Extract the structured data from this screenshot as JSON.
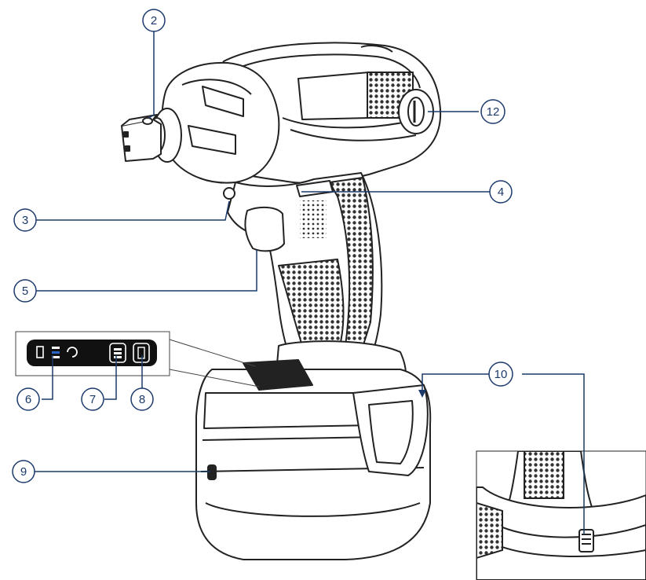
{
  "diagram": {
    "callouts": [
      {
        "id": "2",
        "label": "2"
      },
      {
        "id": "3",
        "label": "3"
      },
      {
        "id": "4",
        "label": "4"
      },
      {
        "id": "5",
        "label": "5"
      },
      {
        "id": "6",
        "label": "6"
      },
      {
        "id": "7",
        "label": "7"
      },
      {
        "id": "8",
        "label": "8"
      },
      {
        "id": "9",
        "label": "9"
      },
      {
        "id": "10",
        "label": "10"
      },
      {
        "id": "12",
        "label": "12"
      }
    ],
    "colors": {
      "line": "#222222",
      "callout": "#1b3a6b",
      "panel": "#111111",
      "panel_glyph": "#ffffff",
      "mesh": "#333333"
    },
    "icons": [
      "battery-low-icon",
      "battery-level-icon",
      "rotation-icon",
      "battery-level-gauge-icon",
      "battery-full-icon"
    ]
  }
}
